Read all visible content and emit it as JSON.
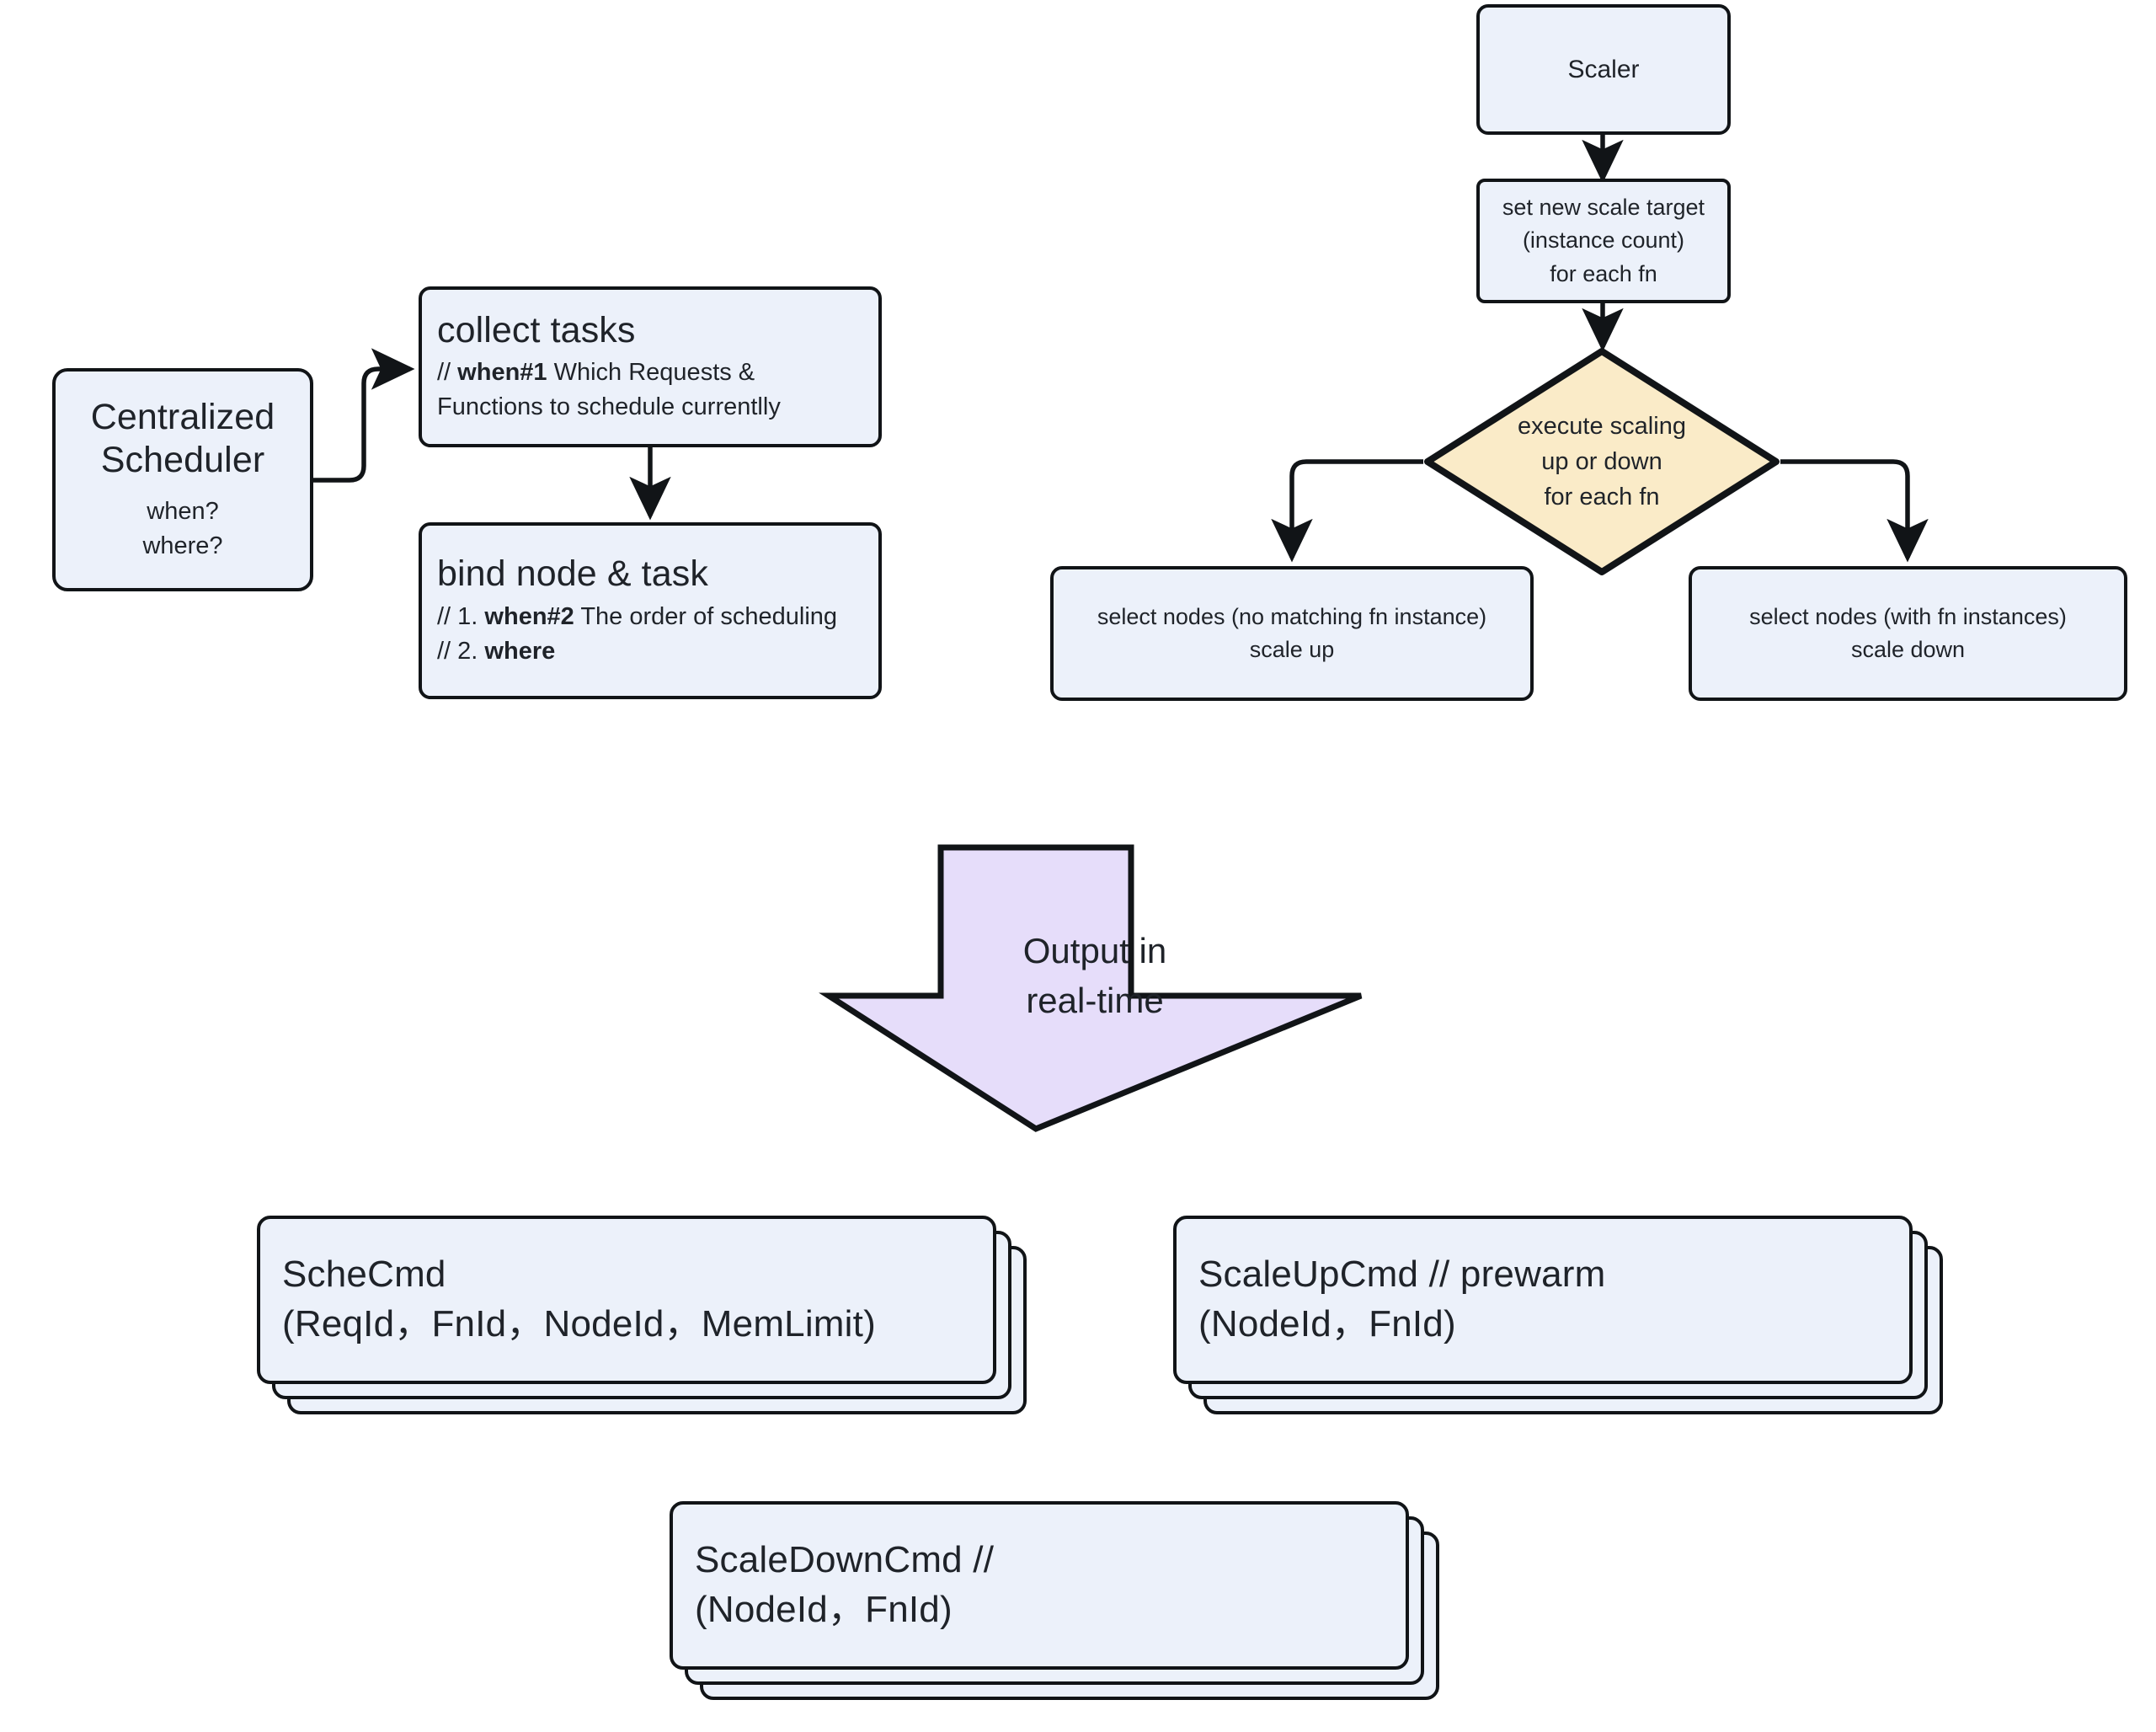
{
  "diagram": {
    "title": "Centralized Scheduler & Scaler flow",
    "colors": {
      "node_fill": "#ECF1FA",
      "decision_fill": "#FAEBC8",
      "output_arrow_fill": "#E6DDFA",
      "stroke": "#111417",
      "text": "#1f2329",
      "background": "#FFFFFF"
    }
  },
  "scheduler": {
    "root": {
      "title_line1": "Centralized",
      "title_line2": "Scheduler",
      "question1": "when?",
      "question2": "where?"
    },
    "collect_tasks": {
      "heading": "collect tasks",
      "comment_prefix": "// ",
      "comment_tag": "when#1",
      "comment_rest": " Which Requests & Functions to schedule currentlly"
    },
    "bind_node_task": {
      "heading": "bind node & task",
      "line1_prefix": "// 1. ",
      "line1_tag": "when#2",
      "line1_rest": " The order of scheduling",
      "line2_prefix": "// 2. ",
      "line2_tag": "where",
      "line2_rest": ""
    }
  },
  "scaler": {
    "root": {
      "label": "Scaler"
    },
    "set_target": {
      "line1": "set new scale target",
      "line2": "(instance count)",
      "line3": "for each fn"
    },
    "decision": {
      "line1": "execute scaling",
      "line2": "up or down",
      "line3": "for each fn"
    },
    "scale_up": {
      "line1": "select nodes (no matching fn instance)",
      "line2": "scale up"
    },
    "scale_down": {
      "line1": "select nodes (with fn instances)",
      "line2": "scale down"
    }
  },
  "output_arrow": {
    "line1": "Output in",
    "line2": "real-time"
  },
  "commands": [
    {
      "name": "sche-cmd",
      "line1": "ScheCmd",
      "line2": "(ReqId，FnId，NodeId，MemLimit)"
    },
    {
      "name": "scale-up-cmd",
      "line1": "ScaleUpCmd // prewarm",
      "line2": "(NodeId，FnId)"
    },
    {
      "name": "scale-down-cmd",
      "line1": "ScaleDownCmd //",
      "line2": "(NodeId，FnId)"
    }
  ]
}
